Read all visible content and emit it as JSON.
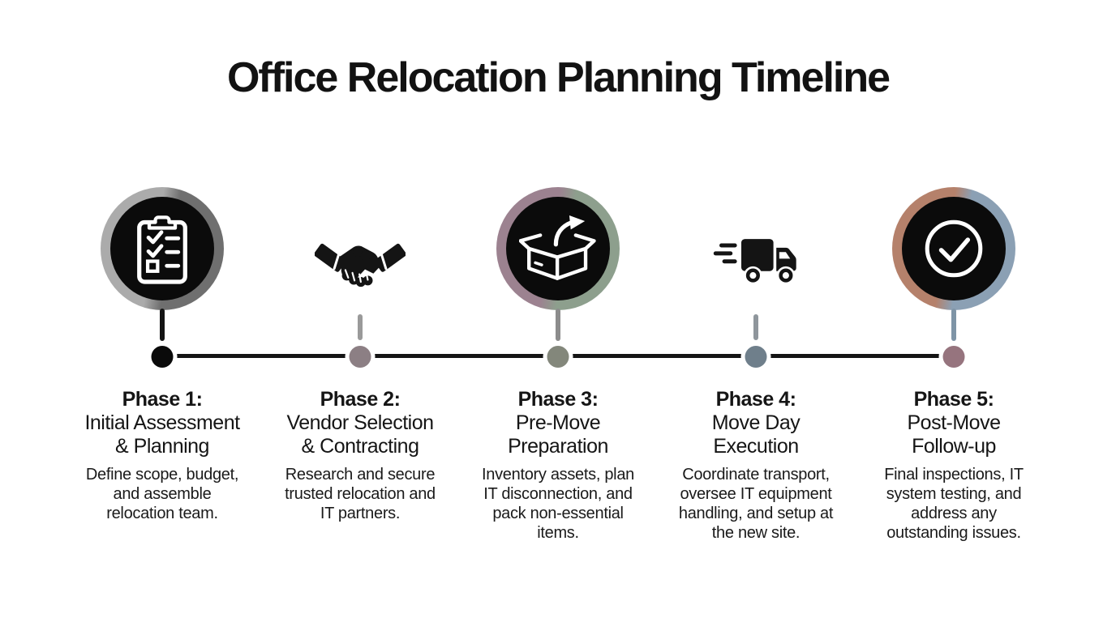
{
  "title": "Office Relocation Planning Timeline",
  "colors": {
    "background": "#ffffff",
    "title_text": "#121212",
    "body_text": "#1a1a1a",
    "timeline_line": "#141414",
    "icon_circle_fill": "#0b0b0b",
    "icon_stroke": "#ffffff"
  },
  "phases": [
    {
      "label": "Phase 1:",
      "title": "Initial Assessment\n& Planning",
      "description": "Define scope, budget,\nand assemble\nrelocation team.",
      "icon": "clipboard-checklist-icon",
      "has_circle": true,
      "ring_colors": [
        "#ababab",
        "#6f6f6f"
      ],
      "stem_color": "#141414",
      "dot_color": "#0a0a0a"
    },
    {
      "label": "Phase 2:",
      "title": "Vendor Selection\n& Contracting",
      "description": "Research and secure\ntrusted relocation and\nIT partners.",
      "icon": "handshake-icon",
      "has_circle": false,
      "ring_colors": null,
      "stem_color": "#9a9a9a",
      "dot_color": "#8c7f84"
    },
    {
      "label": "Phase 3:",
      "title": "Pre-Move\nPreparation",
      "description": "Inventory assets, plan\nIT disconnection, and\npack non-essential\nitems.",
      "icon": "open-box-arrow-icon",
      "has_circle": true,
      "ring_colors": [
        "#9c8290",
        "#8d9f8d"
      ],
      "stem_color": "#8c8c8c",
      "dot_color": "#83877b"
    },
    {
      "label": "Phase 4:",
      "title": "Move Day\nExecution",
      "description": "Coordinate transport,\noversee IT equipment\nhandling, and setup at\nthe new site.",
      "icon": "delivery-truck-icon",
      "has_circle": false,
      "ring_colors": null,
      "stem_color": "#8f969c",
      "dot_color": "#6f7f8b"
    },
    {
      "label": "Phase 5:",
      "title": "Post-Move\nFollow-up",
      "description": "Final inspections, IT\nsystem testing, and\naddress any\noutstanding issues.",
      "icon": "check-circle-icon",
      "has_circle": true,
      "ring_colors": [
        "#b5816b",
        "#8ba0b4"
      ],
      "stem_color": "#7e94a6",
      "dot_color": "#96747e"
    }
  ]
}
